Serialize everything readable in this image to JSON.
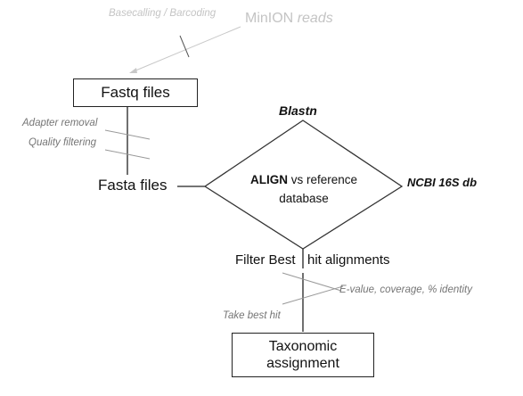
{
  "source": {
    "step_label": "Basecalling / Barcoding",
    "reads_prefix": "MinION",
    "reads_suffix": "reads"
  },
  "fastq": {
    "label": "Fastq files"
  },
  "cleaning": {
    "adapter": "Adapter removal",
    "quality": "Quality filtering"
  },
  "fasta": {
    "label": "Fasta files"
  },
  "blast": {
    "tool": "Blastn",
    "align_keyword": "ALIGN",
    "align_rest": "vs reference",
    "align_line2": "database",
    "db": "NCBI 16S db"
  },
  "filter": {
    "part1": "Filter Best",
    "part2": "hit alignments",
    "criteria": "E-value, coverage, % identity",
    "take_best": "Take best hit"
  },
  "taxonomy": {
    "line1": "Taxonomic",
    "line2": "assignment"
  }
}
